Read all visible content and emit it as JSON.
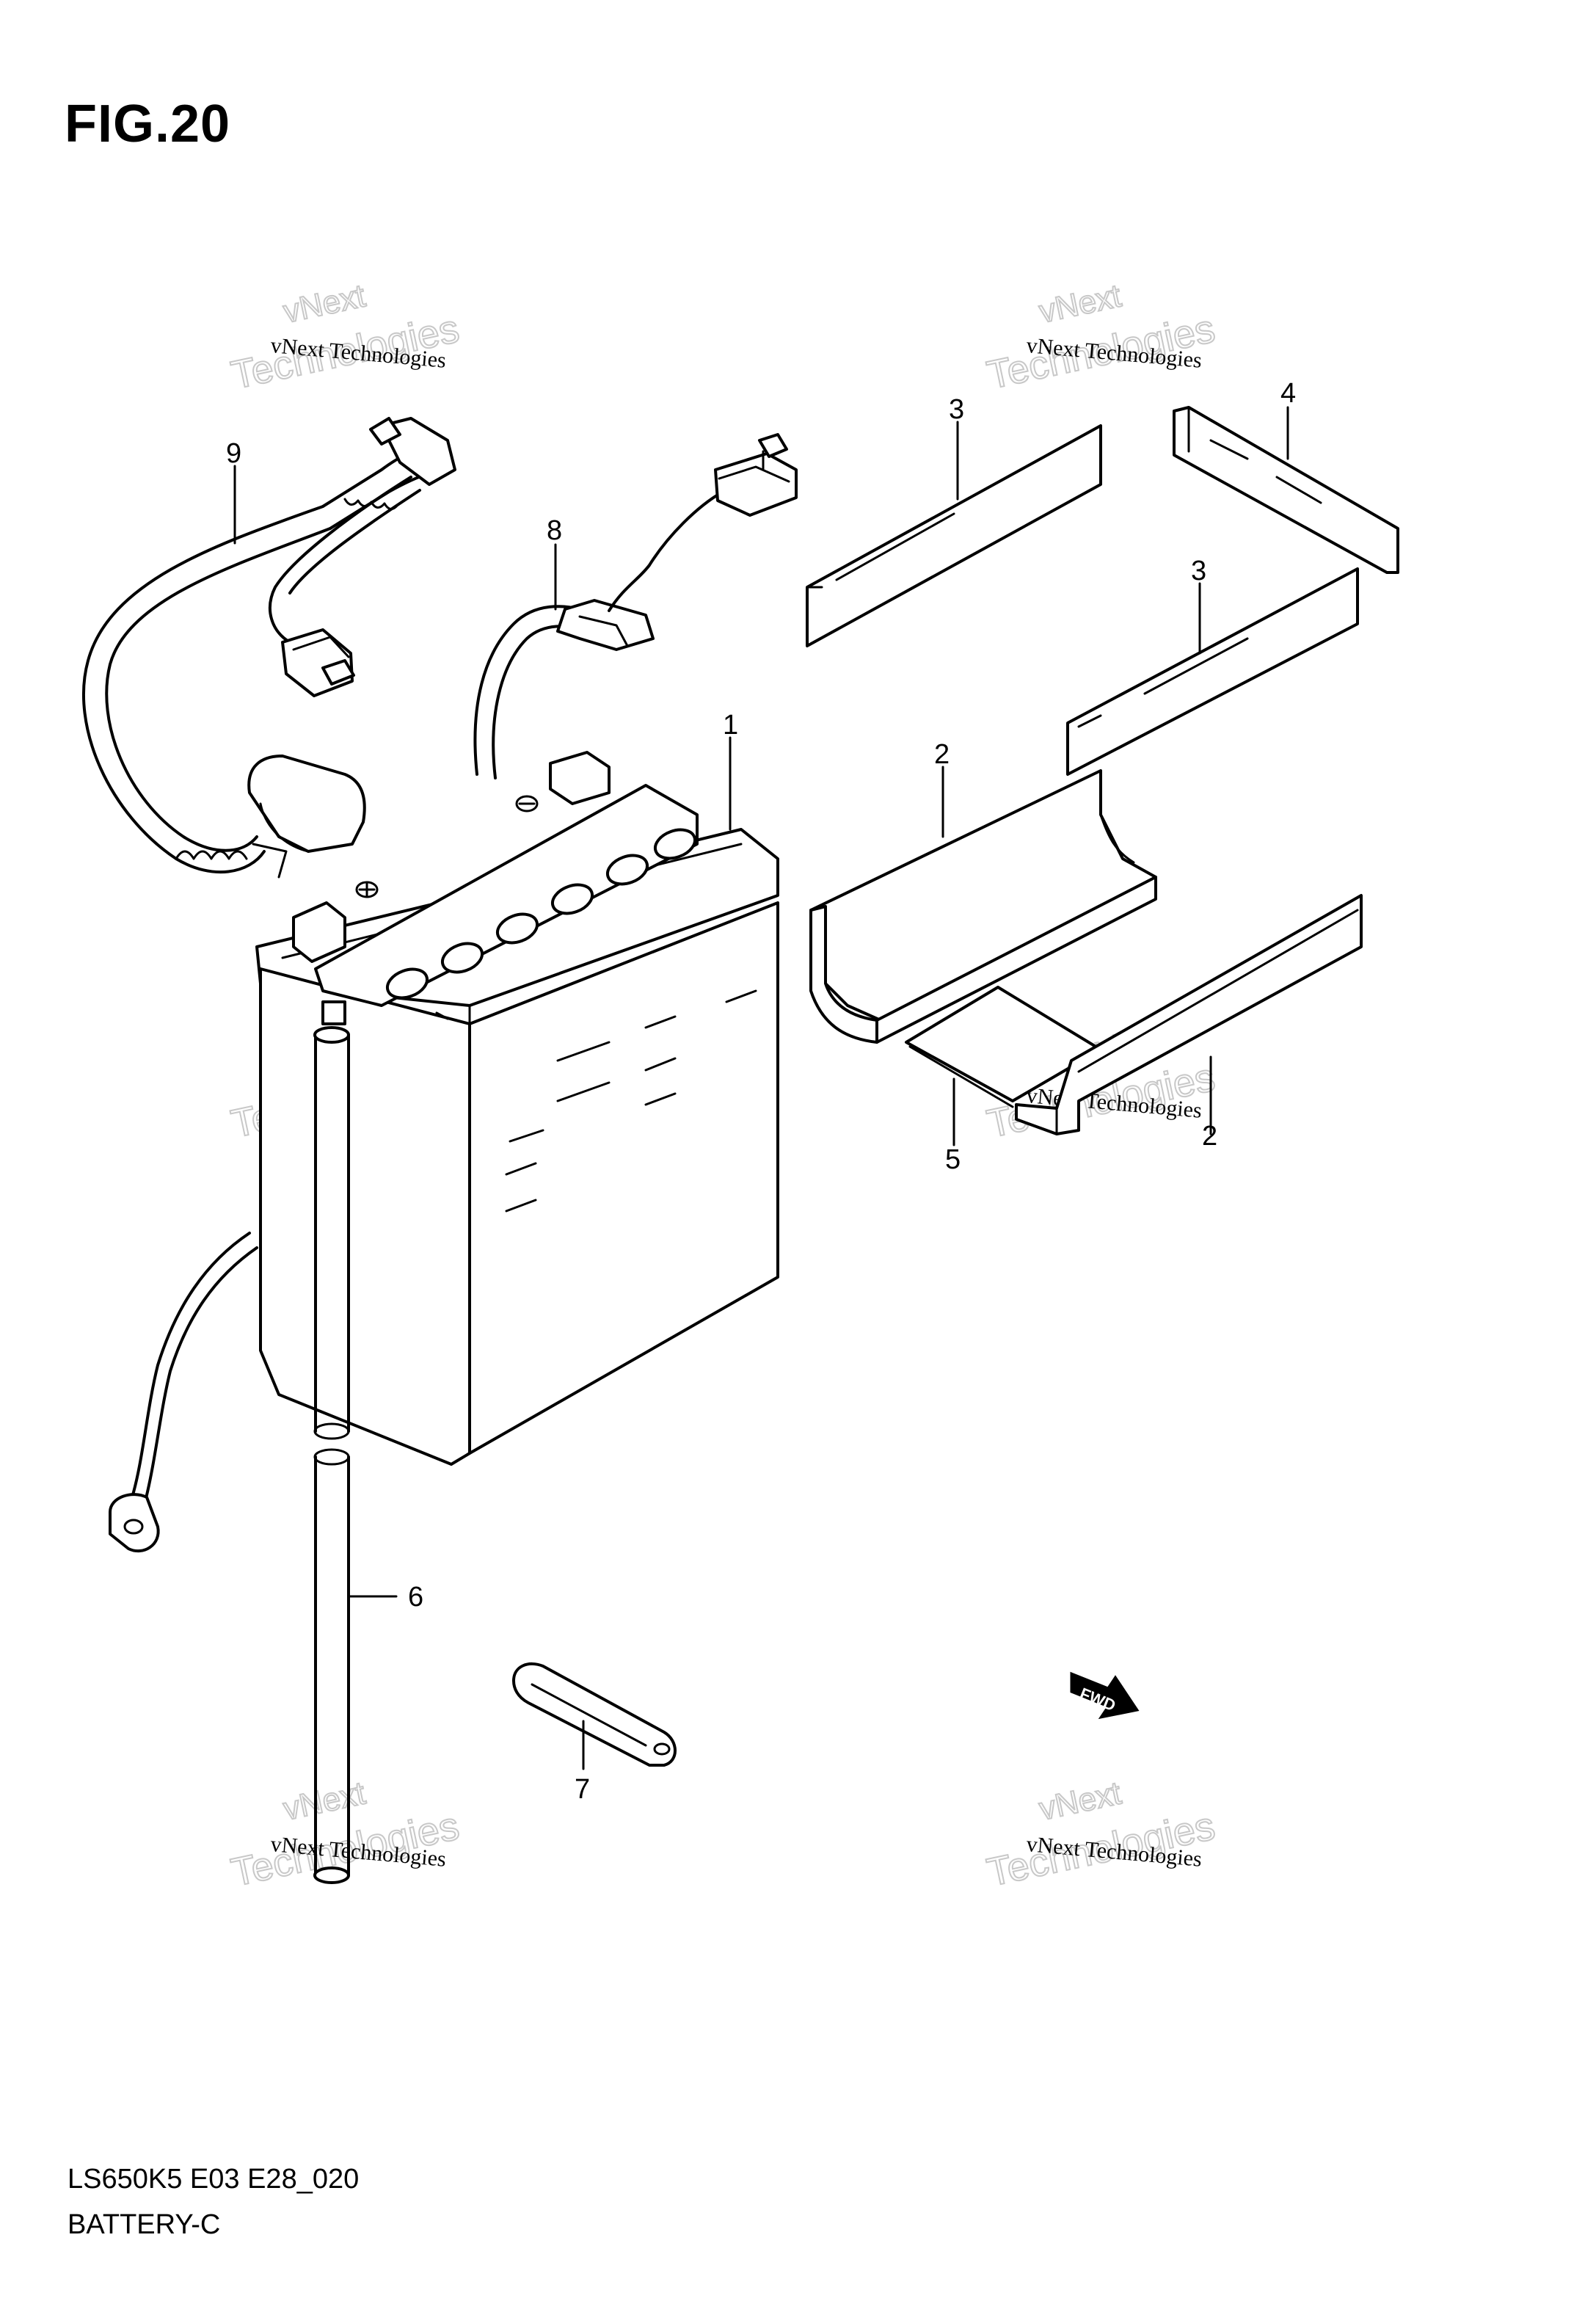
{
  "figure": {
    "title": "FIG.20",
    "model_code": "LS650K5 E03 E28_020",
    "section_name": "BATTERY-C"
  },
  "callouts": [
    "1",
    "2",
    "2",
    "3",
    "3",
    "4",
    "5",
    "6",
    "7",
    "8",
    "9"
  ],
  "watermark": {
    "line1": "vNext Technologies",
    "big_text": "Technologies",
    "top_text": "vNext"
  },
  "fwd_label": "FWD",
  "icons": {
    "battery": "battery-icon",
    "cable": "cable-icon",
    "fwd": "fwd-arrow-icon"
  }
}
